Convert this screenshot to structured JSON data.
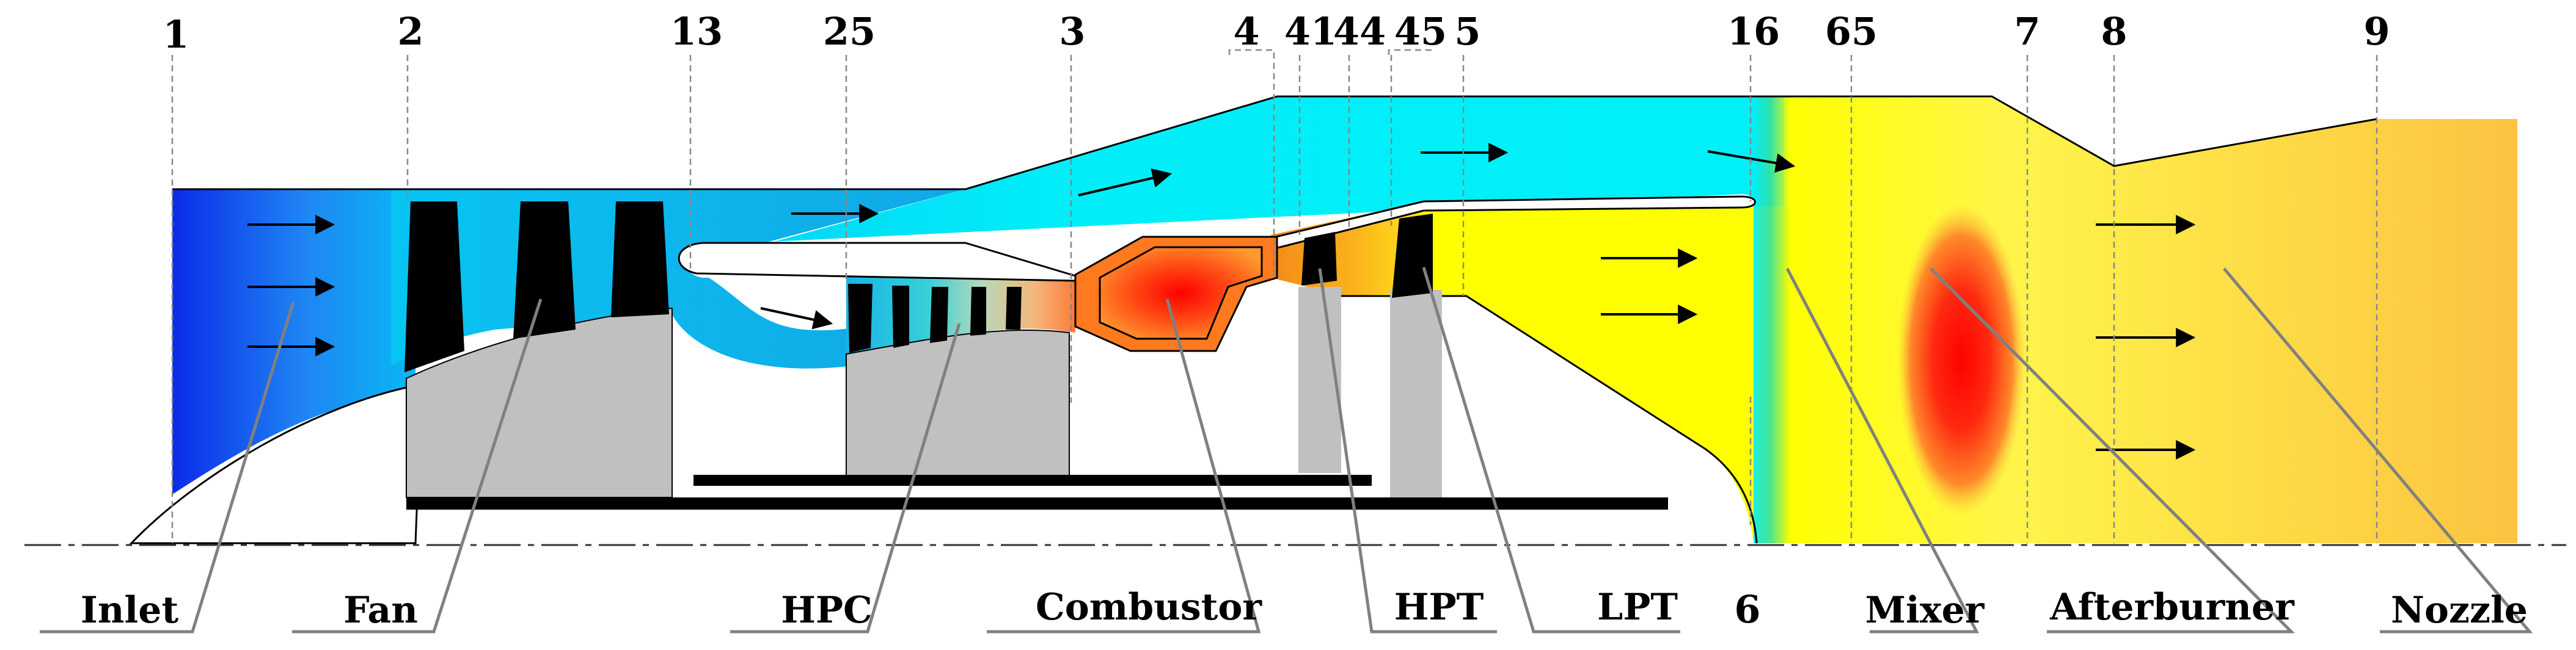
{
  "stations": [
    {
      "id": "st-1",
      "label": "1"
    },
    {
      "id": "st-2",
      "label": "2"
    },
    {
      "id": "st-13",
      "label": "13"
    },
    {
      "id": "st-25",
      "label": "25"
    },
    {
      "id": "st-3",
      "label": "3"
    },
    {
      "id": "st-4",
      "label": "4"
    },
    {
      "id": "st-41",
      "label": "41"
    },
    {
      "id": "st-44",
      "label": "44"
    },
    {
      "id": "st-45",
      "label": "45"
    },
    {
      "id": "st-5",
      "label": "5"
    },
    {
      "id": "st-16",
      "label": "16"
    },
    {
      "id": "st-65",
      "label": "65"
    },
    {
      "id": "st-7",
      "label": "7"
    },
    {
      "id": "st-8",
      "label": "8"
    },
    {
      "id": "st-9",
      "label": "9"
    },
    {
      "id": "st-6",
      "label": "6"
    }
  ],
  "components": [
    {
      "id": "inlet",
      "label": "Inlet"
    },
    {
      "id": "fan",
      "label": "Fan"
    },
    {
      "id": "hpc",
      "label": "HPC"
    },
    {
      "id": "combustor",
      "label": "Combustor"
    },
    {
      "id": "hpt",
      "label": "HPT"
    },
    {
      "id": "lpt",
      "label": "LPT"
    },
    {
      "id": "mixer",
      "label": "Mixer"
    },
    {
      "id": "afterburner",
      "label": "Afterburner"
    },
    {
      "id": "nozzle",
      "label": "Nozzle"
    }
  ],
  "colors": {
    "inlet_blue": "#0b2be8",
    "bypass_cyan": "#00eef8",
    "core_yellow": "#ffff00",
    "afterburner_orange": "#fcc342",
    "flame_red": "#ff0000",
    "combustor_orange": "#ff7a1e",
    "hub_gray": "#c0c0c0",
    "blade_black": "#000000"
  }
}
